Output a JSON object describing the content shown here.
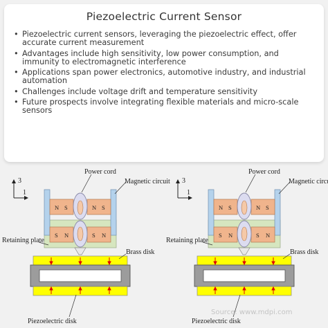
{
  "card": {
    "title": "Piezoelectric Current Sensor",
    "bullets": [
      "Piezoelectric current sensors, leveraging the piezoelectric effect, offer accurate current measurement",
      "Advantages include high sensitivity, low power consumption, and immunity to electromagnetic interference",
      "Applications span power electronics, automotive industry, and industrial automation",
      "Challenges include voltage drift and temperature sensitivity",
      "Future prospects involve integrating flexible materials and micro-scale sensors"
    ]
  },
  "diagram": {
    "axis_vertical": "3",
    "axis_horizontal": "1",
    "labels": {
      "power_cord": "Power cord",
      "magnetic_circuit": "Magnetic circuit",
      "retaining_plate": "Retaining plate",
      "brass_disk": "Brass disk",
      "piezoelectric_disk": "Piezoelectric disk"
    },
    "magnet_poles": {
      "top_left": [
        "N",
        "S"
      ],
      "top_right": [
        "N",
        "S"
      ],
      "bottom_left": [
        "S",
        "N"
      ],
      "bottom_right": [
        "S",
        "N"
      ]
    },
    "source": "Source: www.mdpi.com",
    "colors": {
      "magnet": "#f0b48c",
      "magnetic_circuit": "#b4d2ec",
      "retaining_plate": "#d6e6bf",
      "coil": "#dcdcf0",
      "piezo_disk": "#ffff00",
      "brass_disk": "#9c9c9c",
      "force_arrow": "#e00000"
    }
  }
}
